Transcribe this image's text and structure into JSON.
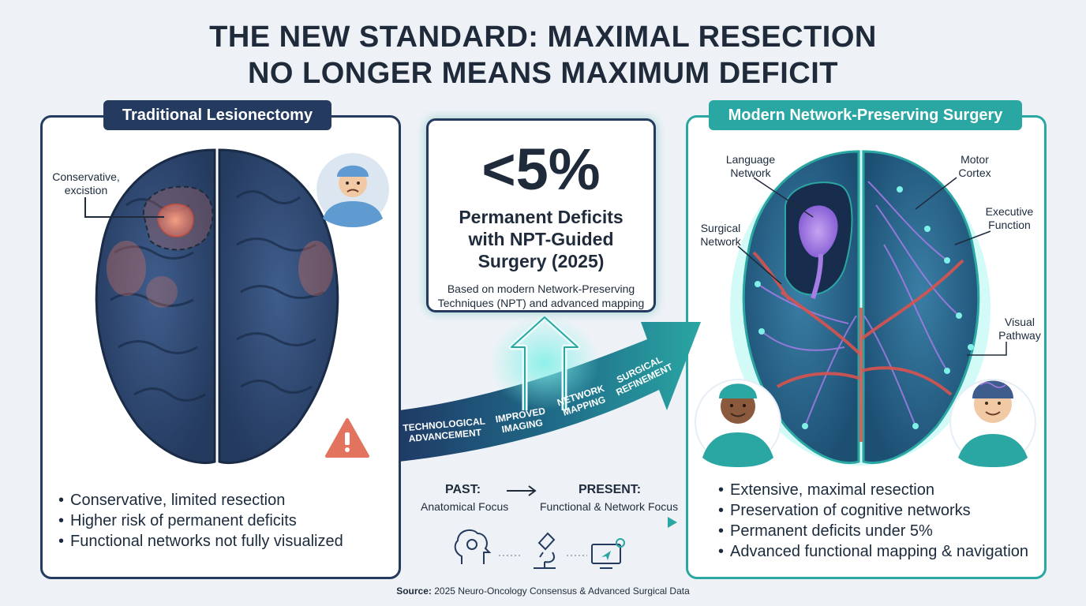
{
  "title": {
    "line1": "THE NEW STANDARD: MAXIMAL RESECTION",
    "line2": "NO LONGER MEANS MAXIMUM DEFICIT"
  },
  "left_panel": {
    "tag": "Traditional Lesionectomy",
    "callout": "Conservative,\nexcistion",
    "bullets": [
      "Conservative, limited resection",
      "Higher risk of permanent deficits",
      "Functional networks not fully visualized"
    ]
  },
  "right_panel": {
    "tag": "Modern Network-Preserving Surgery",
    "labels": {
      "language": "Language\nNetwork",
      "motor": "Motor\nCortex",
      "executive": "Executive\nFunction",
      "surgical": "Surgical\nNetwork",
      "visual": "Visual\nPathway"
    },
    "bullets": [
      "Extensive, maximal resection",
      "Preservation of cognitive networks",
      "Permanent deficits under 5%",
      "Advanced functional mapping & navigation"
    ]
  },
  "stat": {
    "value": "<5%",
    "label_line1": "Permanent Deficits",
    "label_line2": "with NPT-Guided",
    "label_line3": "Surgery (2025)",
    "note_line1": "Based on modern Network-Preserving",
    "note_line2": "Techniques (NPT) and advanced mapping"
  },
  "arrow_steps": [
    "TECHNOLOGICAL\nADVANCEMENT",
    "IMPROVED\nIMAGING",
    "NETWORK\nMAPPING",
    "SURGICAL\nREFINEMENT"
  ],
  "timeline": {
    "past_label": "PAST:",
    "past_sub": "Anatomical Focus",
    "present_label": "PRESENT:",
    "present_sub": "Functional & Network Focus"
  },
  "source": {
    "label": "Source:",
    "text": "2025 Neuro-Oncology Consensus & Advanced Surgical Data"
  },
  "icons": [
    "brain-gear-icon",
    "microscope-icon",
    "monitor-navigation-icon",
    "warning-icon"
  ],
  "colors": {
    "navy": "#243a5e",
    "teal": "#2aa6a3",
    "lesion": "#e2735f",
    "network_purple": "#a67ce6",
    "vessel_red": "#d9534f"
  }
}
